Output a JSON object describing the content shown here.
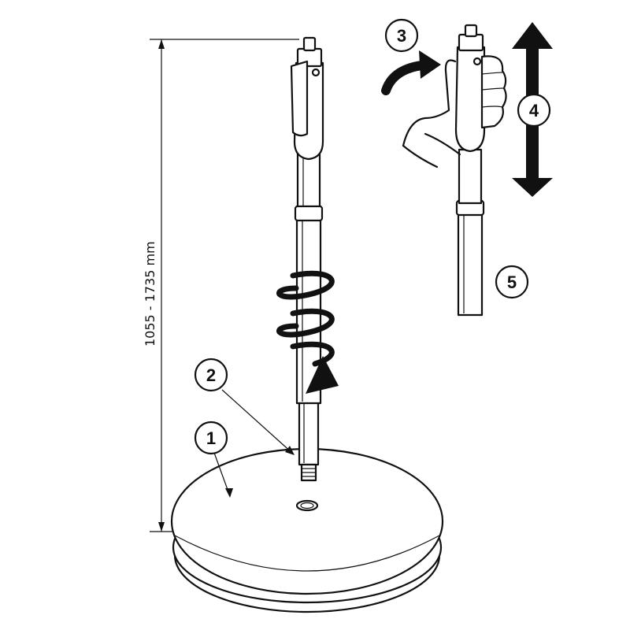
{
  "callouts": {
    "c1": "1",
    "c2": "2",
    "c3": "3",
    "c4": "4",
    "c5": "5"
  },
  "dimension": {
    "text": "1055  -  1735 mm"
  },
  "colors": {
    "ink": "#111111",
    "paper": "#ffffff"
  },
  "icons": {
    "rotate": "rotate-arrow-icon",
    "updown": "up-down-arrow-icon",
    "push": "push-arrow-icon"
  }
}
